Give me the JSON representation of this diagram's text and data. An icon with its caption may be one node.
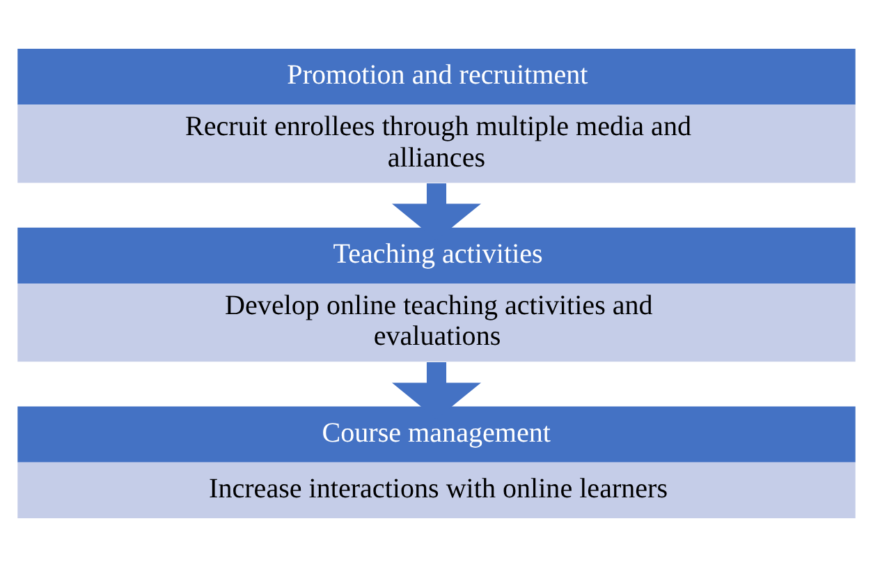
{
  "diagram": {
    "nodes": [
      {
        "text": [
          "Promotion and recruitment",
          "Recruit enrollees through multiple media and alliances"
        ]
      },
      {
        "text": [
          "Teaching activities",
          "Develop online teaching activities and evaluations"
        ]
      },
      {
        "text": [
          "Course management",
          "Increase interactions with online learners"
        ]
      }
    ],
    "edges": [
      {
        "from": 0,
        "to": 1,
        "arrow": "to"
      },
      {
        "from": 1,
        "to": 2,
        "arrow": "to"
      }
    ]
  }
}
